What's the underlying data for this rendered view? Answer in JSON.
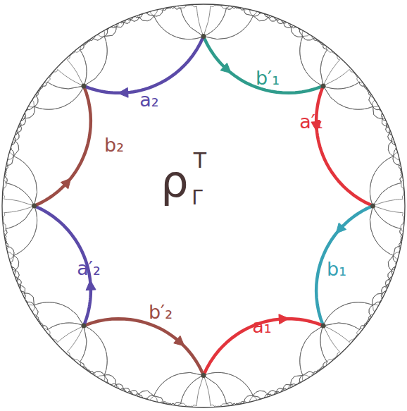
{
  "diagram": {
    "labels": [
      "a₂",
      "b′₁",
      "a′₁",
      "b₁",
      "a₁",
      "b′₂",
      "a′₂",
      "b₂",
      "ρ",
      "T",
      "Γ"
    ]
  }
}
